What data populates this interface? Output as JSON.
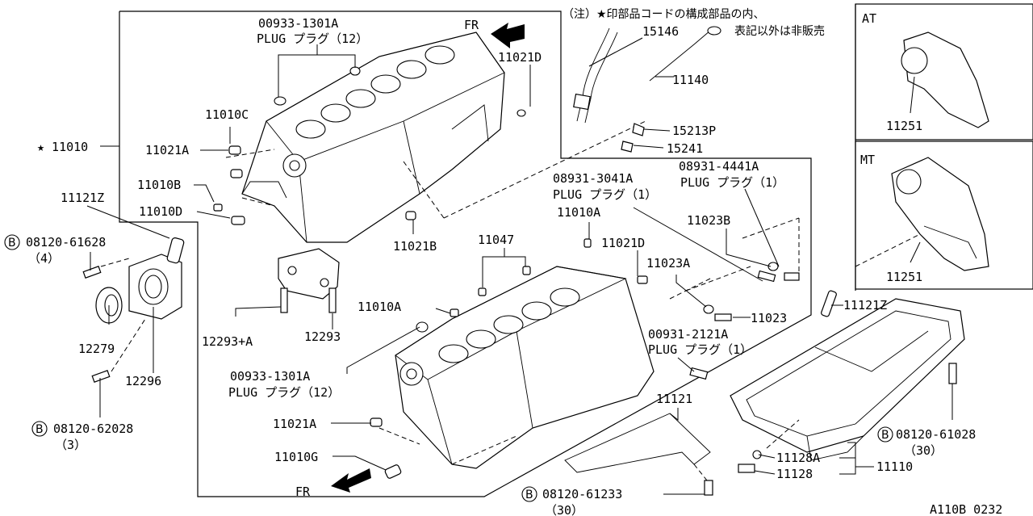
{
  "note": {
    "line1": "（注）★印部品コードの構成部品の内、",
    "line2": "表記以外は非販売"
  },
  "front_labels": [
    "FR",
    "FR"
  ],
  "panels": {
    "at": {
      "title": "AT",
      "part": "11251"
    },
    "mt": {
      "title": "MT",
      "part": "11251"
    }
  },
  "bolt_prefix": "B",
  "labels": {
    "p00933_top": "00933-1301A",
    "p00933_top_name": "PLUG プラグ（12）",
    "p11021D_top": "11021D",
    "p15146": "15146",
    "p11140": "11140",
    "p15213P": "15213P",
    "p15241": "15241",
    "p11010C": "11010C",
    "p11010": "★ 11010",
    "p11021A_top": "11021A",
    "p11010B": "11010B",
    "p11010D": "11010D",
    "p11121Z_left": "11121Z",
    "p08120_61628": "08120-61628",
    "p08120_61628_qty": "（4）",
    "p11021B": "11021B",
    "p08931_3041A": "08931-3041A",
    "p08931_3041A_name": "PLUG プラグ（1）",
    "p08931_4441A": "08931-4441A",
    "p08931_4441A_name": "PLUG プラグ（1）",
    "p11010A_top": "11010A",
    "p11047": "11047",
    "p11021D_mid": "11021D",
    "p11023B": "11023B",
    "p11023A": "11023A",
    "p11023": "11023",
    "p11121Z_right": "11121Z",
    "p12279": "12279",
    "p12296": "12296",
    "p12293A": "12293+A",
    "p12293": "12293",
    "p11010A_mid": "11010A",
    "p00931_2121A": "00931-2121A",
    "p00931_2121A_name": "PLUG プラグ（1）",
    "p00933_bot": "00933-1301A",
    "p00933_bot_name": "PLUG プラグ（12）",
    "p08120_62028": "08120-62028",
    "p08120_62028_qty": "（3）",
    "p11021A_bot": "11021A",
    "p11010G": "11010G",
    "p11121": "11121",
    "p08120_61028": "08120-61028",
    "p08120_61028_qty": "（30）",
    "p11128A": "11128A",
    "p11128": "11128",
    "p11110": "11110",
    "p08120_61233": "08120-61233",
    "p08120_61233_qty": "（30）",
    "ref": "A110B 0232"
  }
}
